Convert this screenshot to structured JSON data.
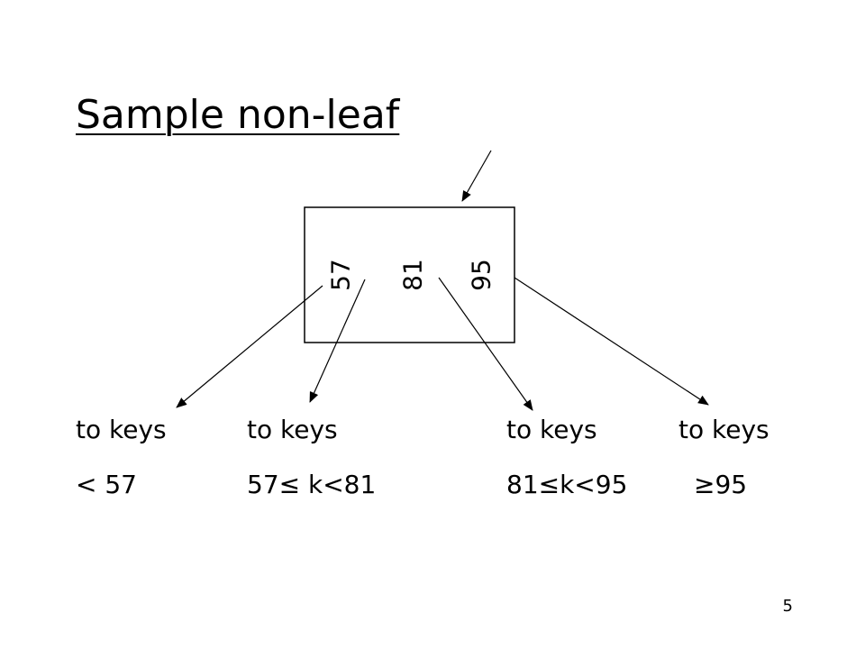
{
  "title": "Sample non-leaf",
  "node": {
    "keys": [
      "57",
      "81",
      "95"
    ]
  },
  "targets": [
    {
      "line1": "to keys",
      "line2": "< 57"
    },
    {
      "line1": "to keys",
      "line2": "57≤ k<81"
    },
    {
      "line1": "to keys",
      "line2": "81≤k<95"
    },
    {
      "line1": "to keys",
      "line2": "≥95"
    }
  ],
  "page_number": "5"
}
